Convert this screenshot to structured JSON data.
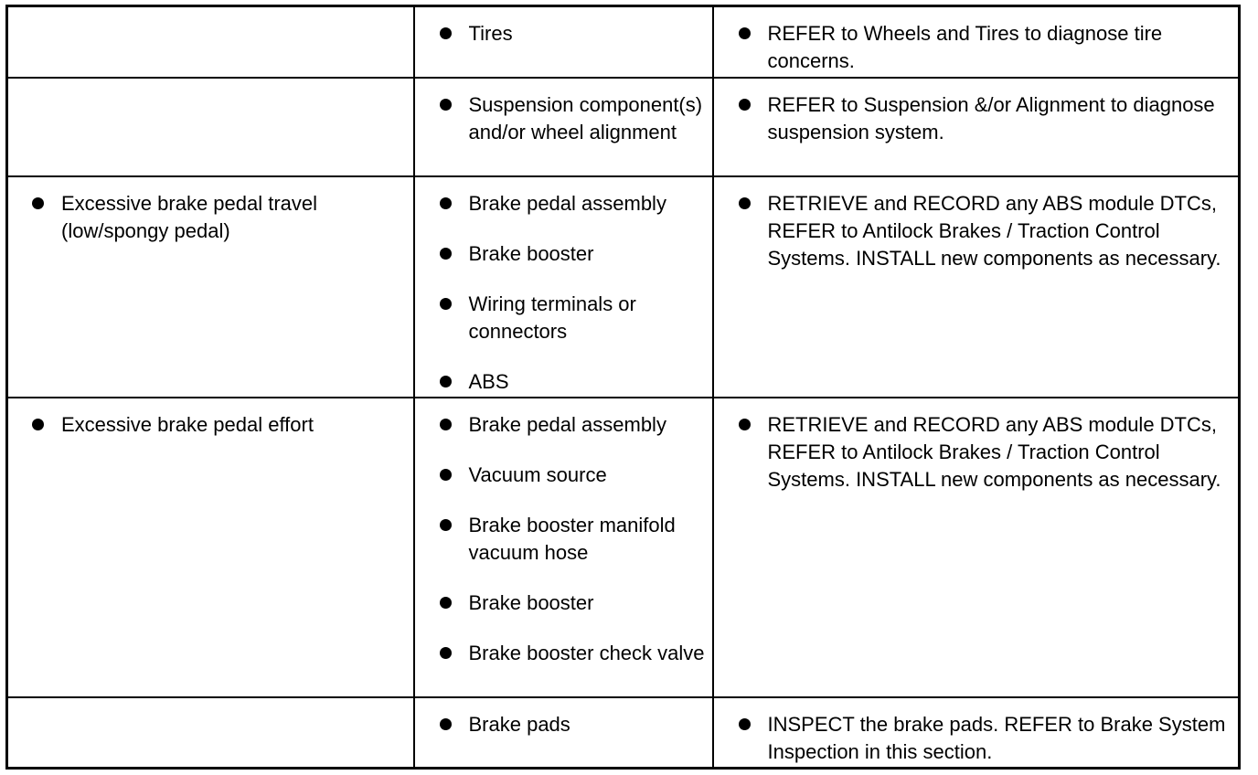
{
  "rows": [
    {
      "condition": [],
      "sources": [
        "Tires"
      ],
      "actions": [
        "REFER to Wheels and Tires to diagnose tire concerns."
      ]
    },
    {
      "condition": [],
      "sources": [
        "Suspension component(s) and/or wheel alignment"
      ],
      "actions": [
        "REFER to Suspension &/or Alignment to diagnose suspension system."
      ]
    },
    {
      "condition": [
        "Excessive brake pedal travel (low/spongy pedal)"
      ],
      "sources": [
        "Brake pedal assembly",
        "Brake booster",
        "Wiring terminals or connectors",
        "ABS"
      ],
      "actions": [
        "RETRIEVE and RECORD any ABS module DTCs, REFER to Antilock Brakes / Traction Control Systems. INSTALL new components as necessary."
      ]
    },
    {
      "condition": [
        "Excessive brake pedal effort"
      ],
      "sources": [
        "Brake pedal assembly",
        "Vacuum source",
        "Brake booster manifold vacuum hose",
        "Brake booster",
        "Brake booster check valve"
      ],
      "actions": [
        "RETRIEVE and RECORD any ABS module DTCs, REFER to Antilock Brakes / Traction Control Systems. INSTALL new components as necessary."
      ]
    },
    {
      "condition": [],
      "sources": [
        "Brake pads"
      ],
      "actions": [
        "INSPECT the brake pads. REFER to Brake System Inspection in this section."
      ]
    }
  ]
}
